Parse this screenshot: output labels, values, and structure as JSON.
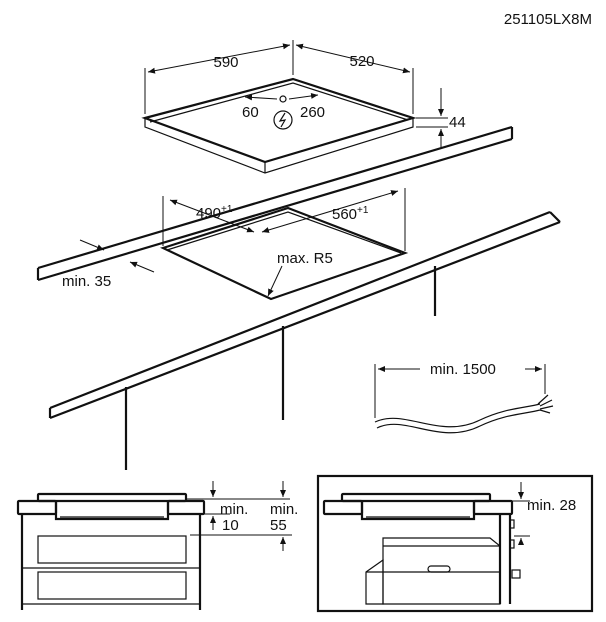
{
  "diagram": {
    "code": "251105LX8M",
    "hob": {
      "width": "590",
      "depth": "520",
      "height": "44",
      "conn_x": "60",
      "conn_y": "260"
    },
    "cutout": {
      "width": "490",
      "width_tol": "+1",
      "depth": "560",
      "depth_tol": "+1",
      "radius": "max. R5",
      "front_margin": "min. 35"
    },
    "cable": {
      "length": "min. 1500"
    },
    "left_section": {
      "gap_top": "min.",
      "gap_top_val": "10",
      "gap_drawer": "min.",
      "gap_drawer_val": "55"
    },
    "right_section": {
      "gap": "min. 28"
    }
  }
}
